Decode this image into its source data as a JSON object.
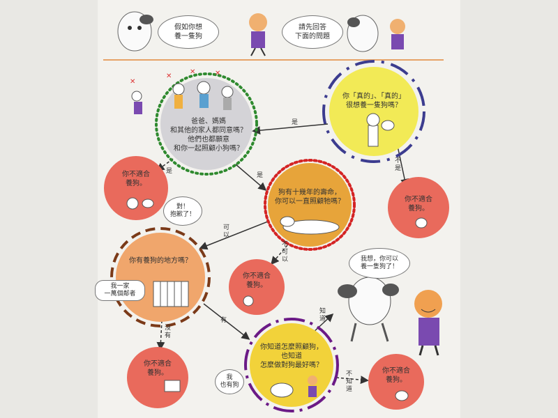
{
  "header": {
    "bubble_left": "假如你想\n養一隻狗",
    "bubble_right": "請先回答\n下面的問題"
  },
  "nodes": {
    "q_really": "你「真的」、「真的」\n很想養一隻狗嗎？",
    "q_family": "爸爸、媽媽\n和其他的家人都同意嗎？\n他們也都願意\n和你一起照顧小狗嗎？",
    "q_tenyears": "狗有十幾年的壽命，\n你可以一直照顧牠嗎？",
    "q_place": "你有養狗的地方嗎？",
    "q_know": "你知道怎麼照顧狗，\n也知道\n怎麼做對狗最好嗎？",
    "r_notsuitable_1": "你不適合\n養狗。",
    "r_notsuitable_2": "你不適合\n養狗。",
    "r_notsuitable_3": "你不適合\n養狗。",
    "r_notsuitable_4": "你不適合\n養狗。",
    "r_notsuitable_5": "你不適合\n養狗。"
  },
  "speech": {
    "sorry": "對！\n抱歉了！",
    "cage": "我一家\n一萬個鄰者",
    "dog_welcome": "我想，你可以\n養一隻狗了！",
    "also_dog": "我\n也有狗"
  },
  "edges": {
    "yes_1": "是",
    "yes_2": "是",
    "no_1": "不\n是",
    "yes_3": "是",
    "ok": "可\n以",
    "not_ok": "不\n可\n以",
    "no_place": "沒\n有",
    "have": "有",
    "know": "知\n道",
    "dont_know": "不\n知\n道"
  },
  "colors": {
    "yellow": "#f2ea56",
    "grey": "#d4d3d7",
    "orange": "#e7a43a",
    "peach": "#f0a66c",
    "red": "#e96a5c",
    "rule": "#e6a266",
    "ring_blue": "#3c3c8f",
    "ring_green": "#2f8a2f",
    "ring_red": "#d42424",
    "ring_brown": "#7b3a18",
    "ring_purple": "#6b1a86"
  }
}
